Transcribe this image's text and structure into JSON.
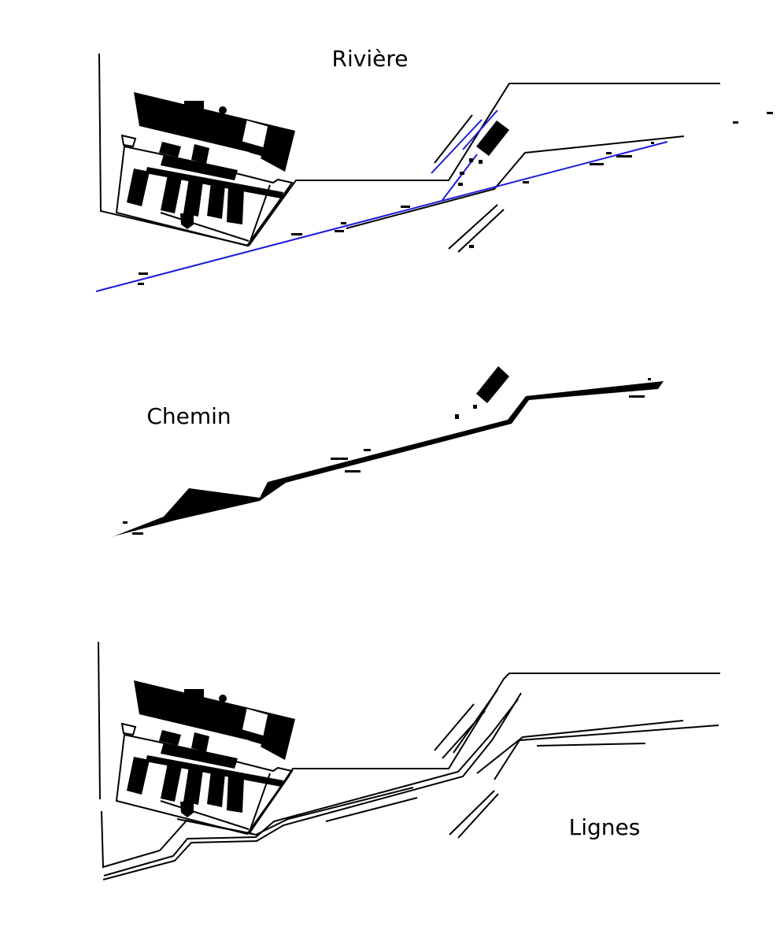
{
  "panels": [
    {
      "id": "riviere",
      "label": "Rivière"
    },
    {
      "id": "chemin",
      "label": "Chemin"
    },
    {
      "id": "lignes",
      "label": "Lignes"
    }
  ],
  "colors": {
    "background": "#ffffff",
    "ink": "#000000",
    "river": "#1a1adc"
  }
}
